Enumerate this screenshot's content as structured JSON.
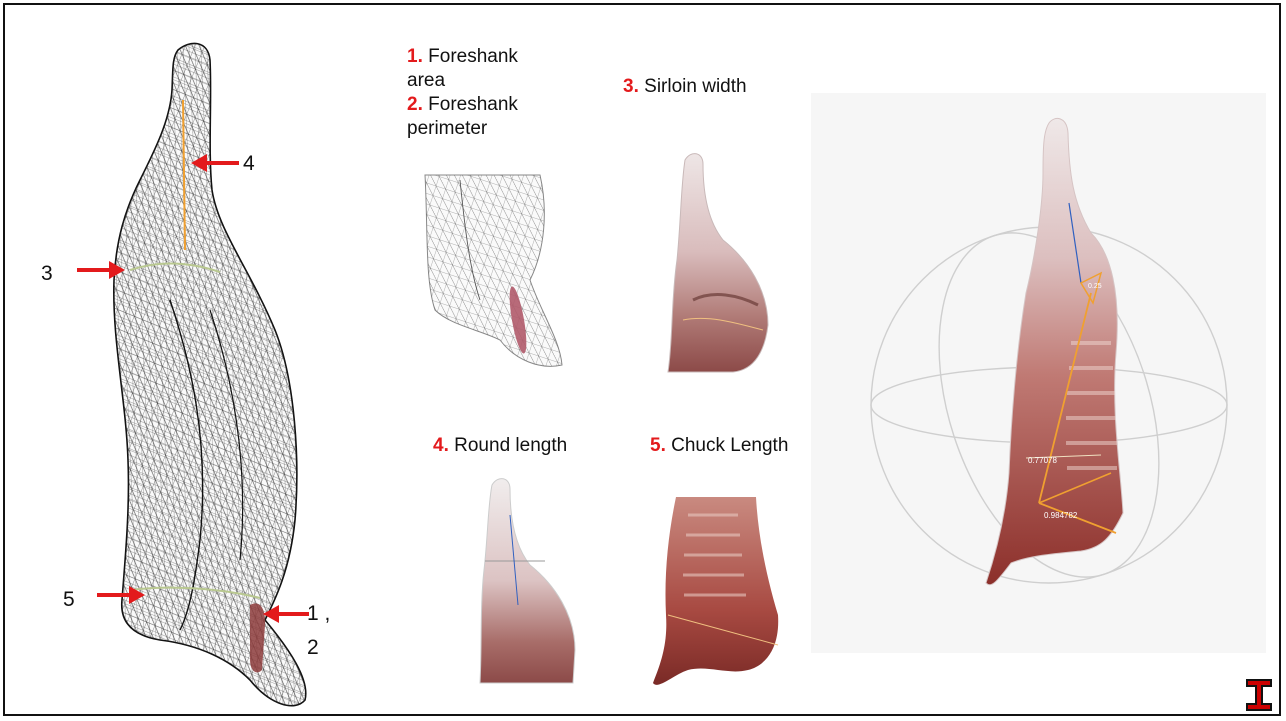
{
  "slide": {
    "captions": {
      "c1_num": "1.",
      "c1_text": "Foreshank",
      "c1_text2": "area",
      "c2_num": "2.",
      "c2_text": "Foreshank",
      "c2_text2": "perimeter",
      "c3_num": "3.",
      "c3_text": "Sirloin width",
      "c4_num": "4.",
      "c4_text": "Round length",
      "c5_num": "5.",
      "c5_text": "Chuck Length"
    },
    "markers": {
      "m4": "4",
      "m3": "3",
      "m5": "5",
      "m1": "1 ,",
      "m2": "2"
    },
    "measure_labels": {
      "a": "0.77078",
      "b": "0.984782",
      "c": "0.25"
    },
    "colors": {
      "accent_red": "#e31a1c",
      "mesh": "#222222",
      "meat": "#b5524e",
      "fat": "#e9dcd8",
      "measure_line": "#f0a030",
      "logo": "#cc0000"
    },
    "icons": {
      "logo": "double-t-logo"
    }
  }
}
